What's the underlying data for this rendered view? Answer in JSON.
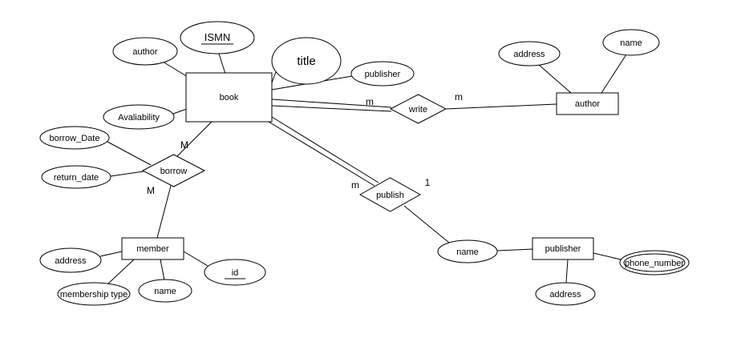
{
  "diagram": {
    "type": "entity-relationship",
    "colors": {
      "background": "#ffffff",
      "stroke": "#000000",
      "text": "#000000"
    },
    "entities": {
      "book": {
        "label": "book"
      },
      "author": {
        "label": "author"
      },
      "member": {
        "label": "member"
      },
      "publisher": {
        "label": "publisher"
      }
    },
    "relationships": {
      "write": {
        "label": "write"
      },
      "borrow": {
        "label": "borrow"
      },
      "publish": {
        "label": "publish"
      }
    },
    "attributes": {
      "book_author": {
        "label": "author"
      },
      "book_ismn": {
        "label": "ISMN",
        "key": true
      },
      "book_title": {
        "label": "title"
      },
      "book_publisher": {
        "label": "publisher"
      },
      "book_availability": {
        "label": "Avaliability"
      },
      "author_address": {
        "label": "address"
      },
      "author_name": {
        "label": "name"
      },
      "borrow_borrow_date": {
        "label": "borrow_Date"
      },
      "borrow_return_date": {
        "label": "return_date"
      },
      "member_address": {
        "label": "address"
      },
      "member_membership_type": {
        "label": "membership type"
      },
      "member_name": {
        "label": "name"
      },
      "member_id": {
        "label": "id",
        "key": true
      },
      "publisher_name": {
        "label": "name"
      },
      "publisher_phone_number": {
        "label": "phone_number",
        "multivalued": true
      },
      "publisher_address": {
        "label": "address"
      }
    },
    "cardinalities": {
      "book_write": "m",
      "write_author": "m",
      "book_borrow": "M",
      "borrow_member": "M",
      "book_publish": "m",
      "publish_publisher": "1"
    },
    "edges": [
      {
        "from": "book",
        "to": "author (attribute)"
      },
      {
        "from": "book",
        "to": "ISMN"
      },
      {
        "from": "book",
        "to": "title"
      },
      {
        "from": "book",
        "to": "publisher (attribute)"
      },
      {
        "from": "book",
        "to": "Avaliability"
      },
      {
        "from": "book",
        "to": "write",
        "style": "double"
      },
      {
        "from": "write",
        "to": "author"
      },
      {
        "from": "author",
        "to": "address"
      },
      {
        "from": "author",
        "to": "name"
      },
      {
        "from": "book",
        "to": "borrow"
      },
      {
        "from": "borrow",
        "to": "borrow_Date"
      },
      {
        "from": "borrow",
        "to": "return_date"
      },
      {
        "from": "borrow",
        "to": "member"
      },
      {
        "from": "member",
        "to": "address"
      },
      {
        "from": "member",
        "to": "membership type"
      },
      {
        "from": "member",
        "to": "name"
      },
      {
        "from": "member",
        "to": "id"
      },
      {
        "from": "book",
        "to": "publish",
        "style": "double"
      },
      {
        "from": "publish",
        "to": "name (attribute)"
      },
      {
        "from": "name (attribute)",
        "to": "publisher"
      },
      {
        "from": "publisher",
        "to": "phone_number"
      },
      {
        "from": "publisher",
        "to": "address"
      }
    ]
  }
}
